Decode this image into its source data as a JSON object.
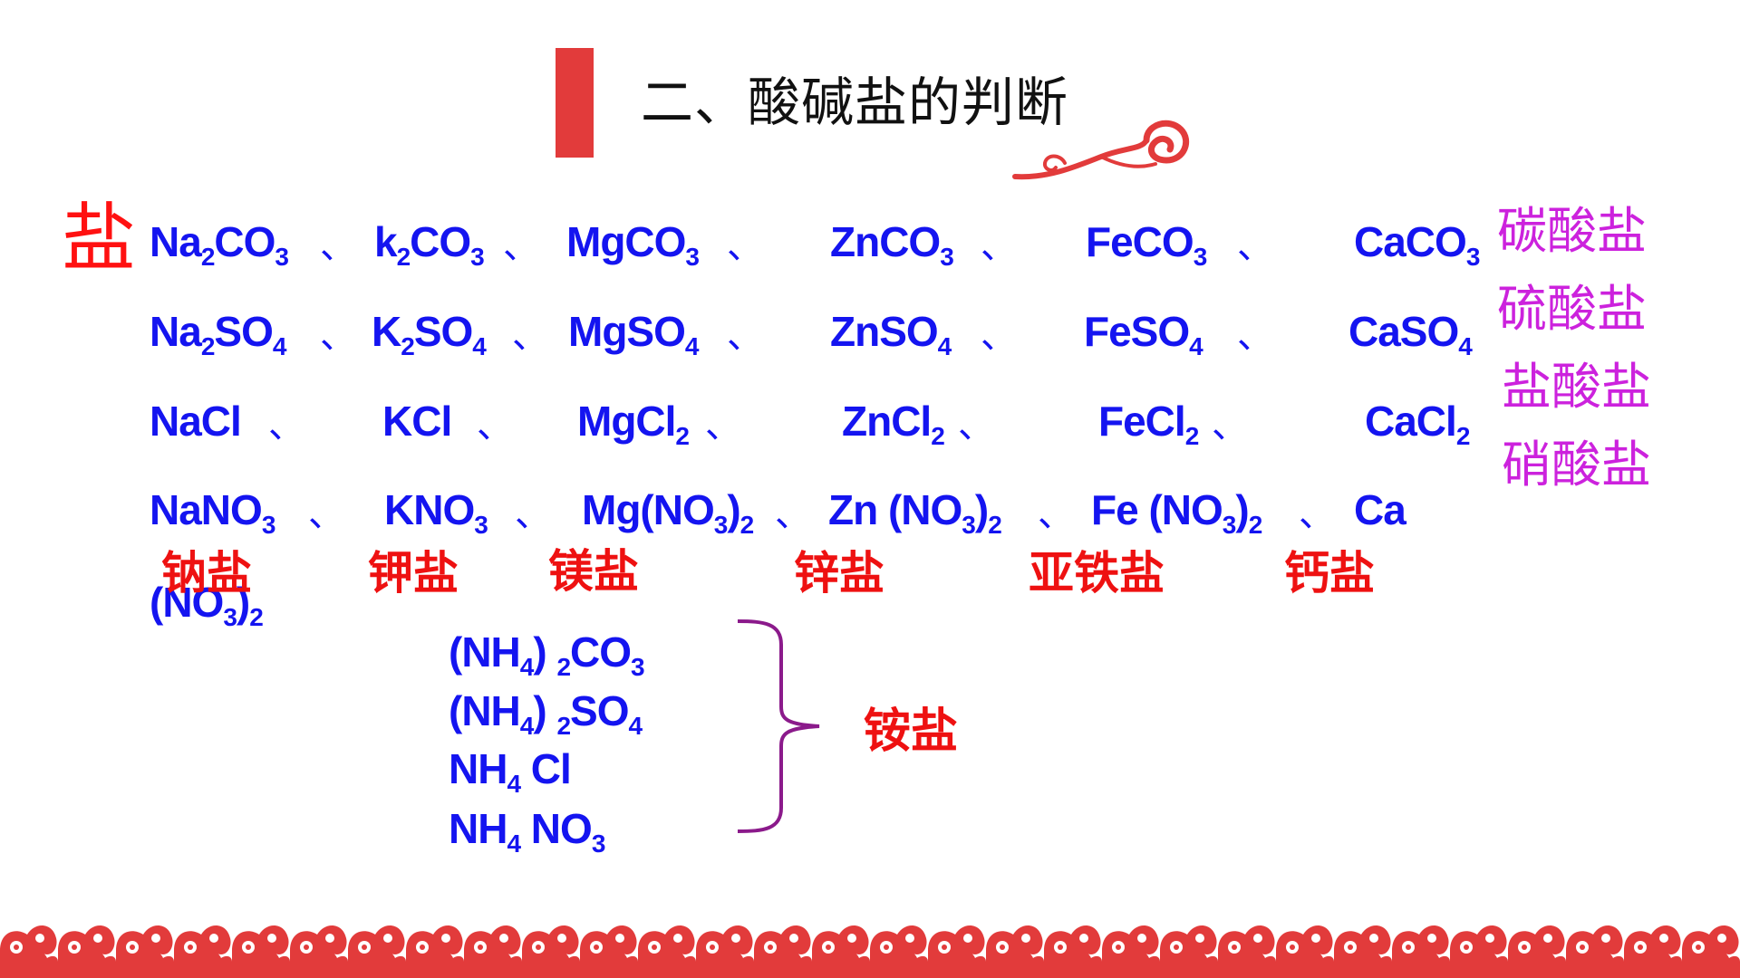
{
  "slide": {
    "title": "二、酸碱盐的判断",
    "salt_label": "盐",
    "separator": "、"
  },
  "rows": [
    {
      "name": "carbonates",
      "formulas": [
        [
          "Na",
          "2",
          "CO",
          "3"
        ],
        [
          "k",
          "2",
          "CO",
          "3"
        ],
        [
          "MgCO",
          "3"
        ],
        [
          "ZnCO",
          "3"
        ],
        [
          "FeCO",
          "3"
        ],
        [
          "CaCO",
          "3"
        ]
      ]
    },
    {
      "name": "sulfates",
      "formulas": [
        [
          "Na",
          "2",
          "SO",
          "4"
        ],
        [
          "K",
          "2",
          "SO",
          "4"
        ],
        [
          "MgSO",
          "4"
        ],
        [
          "ZnSO",
          "4"
        ],
        [
          "FeSO",
          "4"
        ],
        [
          "CaSO",
          "4"
        ]
      ]
    },
    {
      "name": "chlorides",
      "formulas": [
        [
          "NaCl"
        ],
        [
          "KCl"
        ],
        [
          "MgCl",
          "2"
        ],
        [
          "ZnCl",
          "2"
        ],
        [
          "FeCl",
          "2"
        ],
        [
          "CaCl",
          "2"
        ]
      ]
    },
    {
      "name": "nitrates",
      "formulas": [
        [
          "NaNO",
          "3"
        ],
        [
          "KNO",
          "3"
        ],
        [
          "Mg(NO",
          "3",
          ")",
          "2"
        ],
        [
          "Zn (NO",
          "3",
          ")",
          "2"
        ],
        [
          "Fe (NO",
          "3",
          ")",
          "2"
        ],
        [
          "Ca"
        ]
      ],
      "wrap": [
        "(NO",
        "3",
        ")",
        "2"
      ]
    }
  ],
  "anion_categories": [
    "碳酸盐",
    "硫酸盐",
    "盐酸盐",
    "硝酸盐"
  ],
  "cation_categories": [
    "钠盐",
    "钾盐",
    "镁盐",
    "锌盐",
    "亚铁盐",
    "钙盐"
  ],
  "ammonium": {
    "formulas": [
      [
        "(NH",
        "4",
        ") ",
        "2",
        "CO",
        "3"
      ],
      [
        "(NH",
        "4",
        ") ",
        "2",
        "SO",
        "4"
      ],
      [
        "NH",
        "4",
        " Cl"
      ],
      [
        "NH",
        "4",
        " NO",
        "3"
      ]
    ],
    "label": "铵盐"
  },
  "colors": {
    "formula": "#1414f0",
    "anion_label": "#cc22dd",
    "cation_label": "#ee1111",
    "accent": "#e23b3b",
    "brace": "#8b1a8b"
  }
}
